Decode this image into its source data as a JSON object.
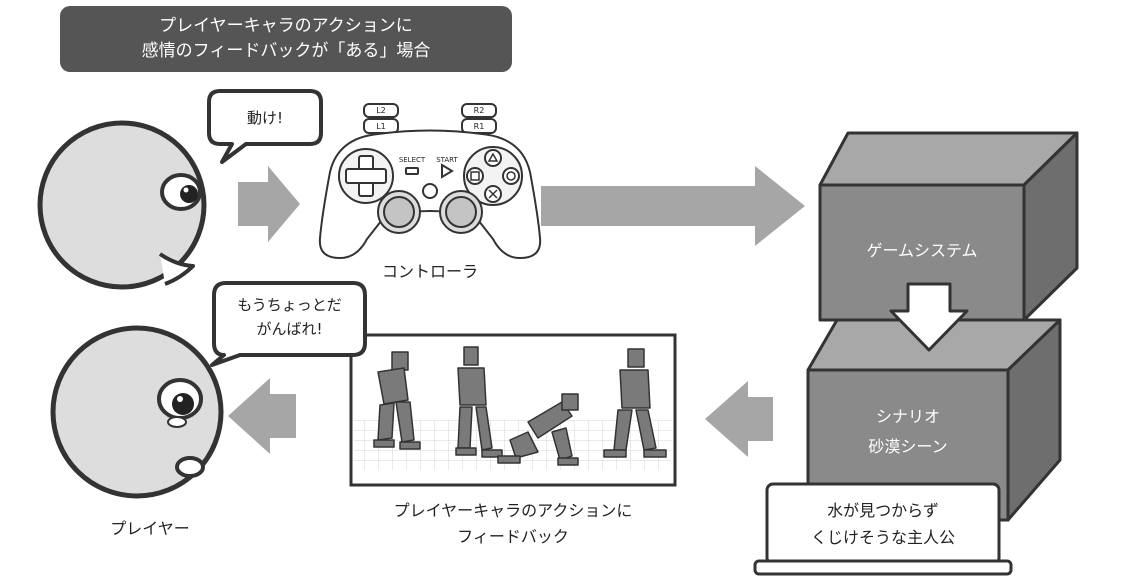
{
  "title": {
    "line1": "プレイヤーキャラのアクションに",
    "line2": "感情のフィードバックが「ある」場合"
  },
  "player_top": {
    "speech": "動け!"
  },
  "player_bottom": {
    "speech_line1": "もうちょっとだ",
    "speech_line2": "がんばれ!",
    "label": "プレイヤー"
  },
  "controller": {
    "label": "コントローラ",
    "buttons": {
      "l2": "L2",
      "l1": "L1",
      "r2": "R2",
      "r1": "R1",
      "select": "SELECT",
      "start": "START"
    }
  },
  "game_system": {
    "label": "ゲームシステム"
  },
  "scenario": {
    "line1": "シナリオ",
    "line2": "砂漠シーン",
    "note_line1": "水が見つからず",
    "note_line2": "くじけそうな主人公"
  },
  "feedback": {
    "line1": "プレイヤーキャラのアクションに",
    "line2": "フィードバック"
  },
  "colors": {
    "banner": "#555555",
    "arrow": "#a6a6a6",
    "box_front": "#8a8a8a",
    "box_top": "#a8a8a8",
    "box_side": "#6e6e6e",
    "face": "#dddddd",
    "outline": "#333333"
  }
}
